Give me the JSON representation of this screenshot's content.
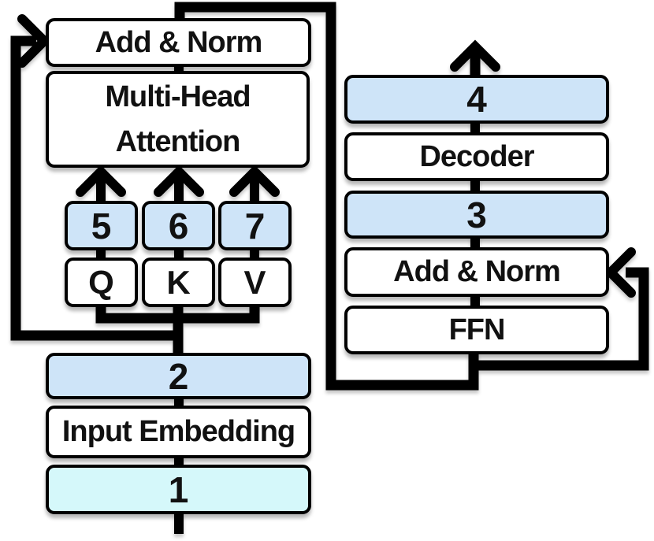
{
  "diagram": {
    "type": "transformer-block-diagram",
    "colors": {
      "blank_blue": "#cee4f8",
      "blank_cyan": "#d5f8fa",
      "box_white": "#ffffff",
      "line_black": "#000000"
    },
    "encoder": {
      "add_norm": "Add & Norm",
      "multi_head_line1": "Multi-Head",
      "multi_head_line2": "Attention",
      "blank_5": "5",
      "blank_6": "6",
      "blank_7": "7",
      "q": "Q",
      "k": "K",
      "v": "V",
      "blank_2": "2",
      "input_embedding": "Input Embedding",
      "blank_1": "1"
    },
    "decoder": {
      "blank_4": "4",
      "decoder_label": "Decoder",
      "blank_3": "3",
      "add_norm": "Add & Norm",
      "ffn": "FFN"
    }
  }
}
